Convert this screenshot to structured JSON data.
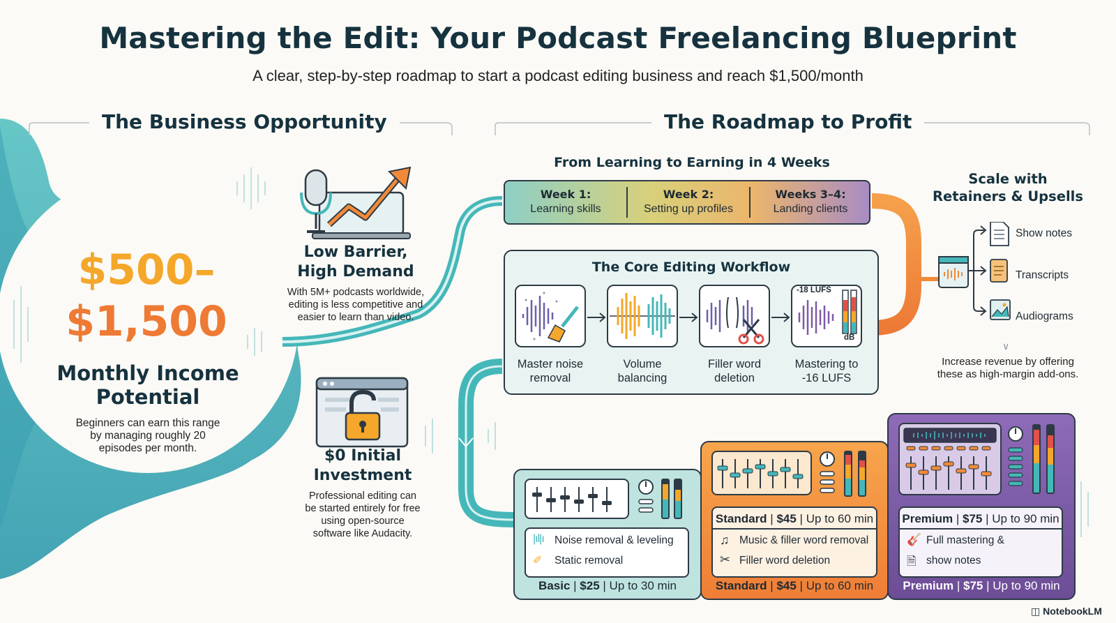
{
  "header": {
    "title": "Mastering the Edit: Your Podcast Freelancing Blueprint",
    "subtitle": "A clear, step-by-step roadmap to start a podcast editing business and reach $1,500/month"
  },
  "sections": {
    "left": "The Business Opportunity",
    "right": "The Roadmap to Profit"
  },
  "income": {
    "line1": "$500–",
    "line2": "$1,500",
    "label_line1": "Monthly Income",
    "label_line2": "Potential",
    "desc_line1": "Beginners can earn this range",
    "desc_line2": "by managing roughly 20",
    "desc_line3": "episodes per month."
  },
  "barrier": {
    "title_line1": "Low Barrier,",
    "title_line2": "High Demand",
    "desc_line1": "With 5M+ podcasts worldwide,",
    "desc_line2": "editing is less competitive and",
    "desc_line3": "easier to learn than video."
  },
  "investment": {
    "title_line1": "$0 Initial",
    "title_line2": "Investment",
    "desc_line1": "Professional editing can",
    "desc_line2": "be started entirely for free",
    "desc_line3": "using open-source",
    "desc_line4": "software like Audacity."
  },
  "timeline": {
    "heading": "From Learning to Earning in 4 Weeks",
    "weeks": [
      {
        "title": "Week 1:",
        "desc": "Learning skills"
      },
      {
        "title": "Week 2:",
        "desc": "Setting up profiles"
      },
      {
        "title": "Weeks 3–4:",
        "desc": "Landing clients"
      }
    ]
  },
  "workflow": {
    "heading": "The Core Editing Workflow",
    "steps": [
      {
        "line1": "Master noise",
        "line2": "removal"
      },
      {
        "line1": "Volume",
        "line2": "balancing"
      },
      {
        "line1": "Filler word",
        "line2": "deletion"
      },
      {
        "line1": "Mastering to",
        "line2": "-16 LUFS"
      }
    ],
    "meter_top": "-18 LUFS",
    "meter_unit": "dB"
  },
  "scale": {
    "heading_line1": "Scale with",
    "heading_line2": "Retainers & Upsells",
    "items": [
      "Show notes",
      "Transcripts",
      "Audiograms"
    ],
    "desc_line1": "Increase revenue by offering",
    "desc_line2": "these as high-margin add-ons."
  },
  "tiers": [
    {
      "name": "Basic",
      "price": "$25",
      "duration": "Up to 30 min",
      "features": [
        "Noise removal & leveling",
        "Static removal"
      ],
      "show_header": false
    },
    {
      "name": "Standard",
      "price": "$45",
      "duration": "Up to 60 min",
      "features": [
        "Music & filler word removal",
        "Filler word deletion"
      ],
      "show_header": true
    },
    {
      "name": "Premium",
      "price": "$75",
      "duration": "Up to 90 min",
      "features": [
        "Full mastering &",
        "show notes"
      ],
      "show_header": true
    }
  ],
  "sep": " | ",
  "branding": "NotebookLM",
  "colors": {
    "teal": "#45b7b9",
    "orange": "#f0883a",
    "purple": "#7d5aa6",
    "navy": "#16323f",
    "gold": "#f4a72a"
  }
}
